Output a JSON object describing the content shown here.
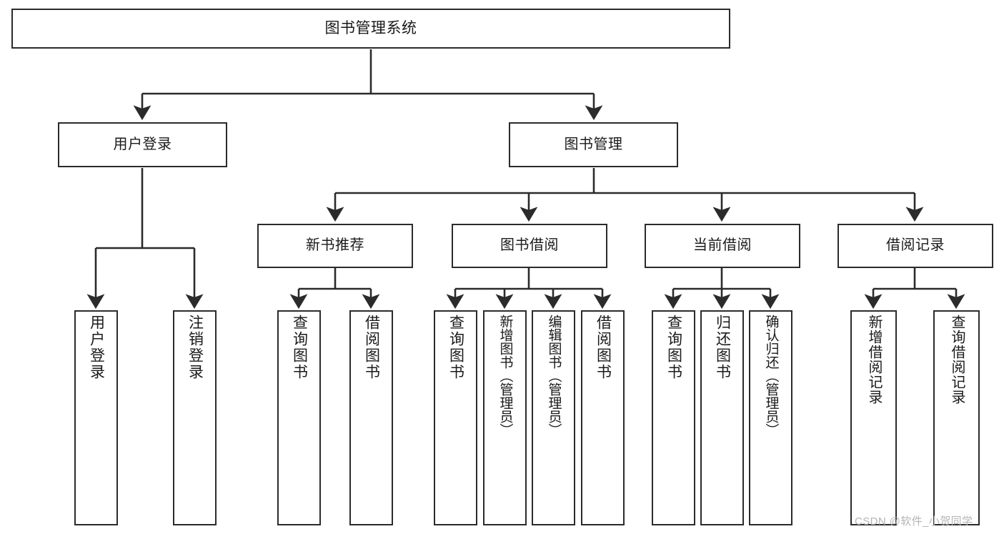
{
  "diagram": {
    "title": "图书管理系统",
    "type": "tree",
    "background_color": "#ffffff",
    "line_color": "#2b2b2b",
    "box_border_color": "#2b2b2b",
    "box_fill_color": "#ffffff",
    "text_color": "#1a1a1a"
  },
  "root": {
    "label": "图书管理系统"
  },
  "level2": [
    {
      "label": "用户登录"
    },
    {
      "label": "图书管理"
    }
  ],
  "level3": [
    {
      "label": "新书推荐"
    },
    {
      "label": "图书借阅"
    },
    {
      "label": "当前借阅"
    },
    {
      "label": "借阅记录"
    }
  ],
  "leaves": {
    "user_login": [
      {
        "label": "用户登录"
      },
      {
        "label": "注销登录"
      }
    ],
    "new_book_recommend": [
      {
        "label": "查询图书"
      },
      {
        "label": "借阅图书"
      }
    ],
    "book_borrow": [
      {
        "label": "查询图书"
      },
      {
        "label": "新增图书（管理员）"
      },
      {
        "label": "编辑图书（管理员）"
      },
      {
        "label": "借阅图书"
      }
    ],
    "current_borrow": [
      {
        "label": "查询图书"
      },
      {
        "label": "归还图书"
      },
      {
        "label": "确认归还（管理员）"
      }
    ],
    "borrow_record": [
      {
        "label": "新增借阅记录"
      },
      {
        "label": "查询借阅记录"
      }
    ]
  },
  "watermark": {
    "text": "CSDN @软件_小贺同学"
  }
}
